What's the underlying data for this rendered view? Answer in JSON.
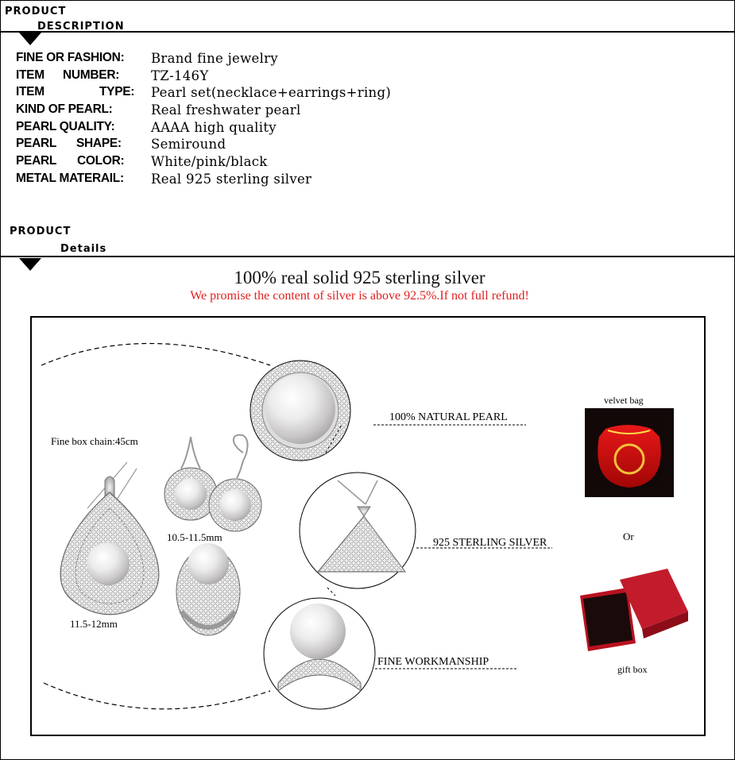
{
  "description_header": {
    "line1": "PRODUCT",
    "line2": "DESCRIPTION"
  },
  "details_header": {
    "line1": "PRODUCT",
    "line2": "Details"
  },
  "specs": [
    {
      "label": "FINE OR FASHION:",
      "value": "Brand fine jewelry"
    },
    {
      "label": "ITEM NUMBER:",
      "label_parts": [
        "ITEM",
        "NUMBER:"
      ],
      "value": "TZ-146Y"
    },
    {
      "label": "ITEM TYPE:",
      "label_parts": [
        "ITEM",
        "TYPE:"
      ],
      "value": "Pearl set(necklace+earrings+ring)"
    },
    {
      "label": "KIND OF PEARL:",
      "value": "Real freshwater pearl"
    },
    {
      "label": "PEARL QUALITY:",
      "value": "AAAA high quality"
    },
    {
      "label": "PEARL SHAPE:",
      "label_parts": [
        "PEARL",
        "SHAPE:"
      ],
      "value": "Semiround"
    },
    {
      "label": "PEARL COLOR:",
      "label_parts": [
        "PEARL",
        "COLOR:"
      ],
      "value": "White/pink/black"
    },
    {
      "label": "METAL MATERAIL:",
      "value": "Real 925 sterling silver"
    }
  ],
  "details": {
    "title": "100% real solid 925 sterling silver",
    "subtitle": "We promise the content of silver is above 92.5%.If not full refund!",
    "subtitle_color": "#e02020",
    "chain_label": "Fine box chain:45cm",
    "earring_size": "10.5-11.5mm",
    "pendant_size": "11.5-12mm",
    "callouts": [
      "100% NATURAL PEARL",
      "925 STERLING SILVER",
      "FINE WORKMANSHIP"
    ],
    "packaging": {
      "bag_label": "velvet bag",
      "or_label": "Or",
      "box_label": "gift box"
    }
  }
}
